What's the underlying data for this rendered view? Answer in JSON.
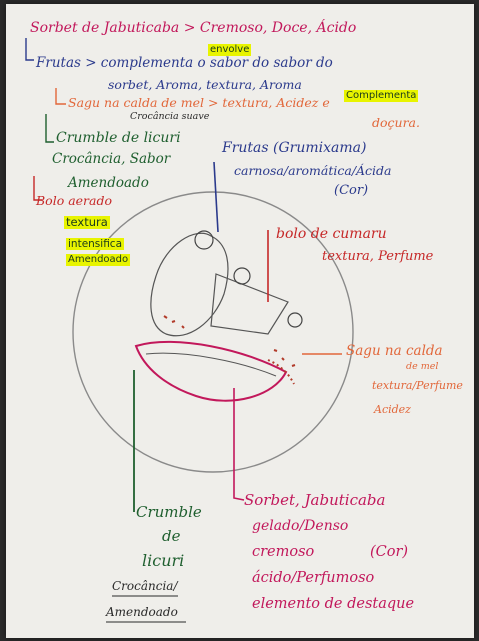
{
  "notes": {
    "line1": "Sorbet de Jabuticaba > Cremoso, Doce, Ácido",
    "envolve": "envolve",
    "line2": "Frutas > complementa o sabor do sabor do",
    "line3": "sorbet, Aroma, textura, Aroma",
    "complementa": "Complementa",
    "sagu_line": "Sagu na calda de mel > textura, Acidez e",
    "docura": "doçura.",
    "crocancia_suave": "Crocância suave",
    "crumble_head": "Crumble de licuri",
    "crumble_desc1": "Crocância, Sabor",
    "crumble_desc2": "Amendoado",
    "bolo_head": "Bolo aerado",
    "textura_hl": "textura",
    "intensifica_hl": "intensifica",
    "amendoado_hl": "Amendoado",
    "frutas_head": "Frutas (Grumixama)",
    "frutas_desc1": "carnosa/aromática/Ácida",
    "frutas_desc2": "(Cor)",
    "bolo_cumaru1": "bolo de cumaru",
    "bolo_cumaru2": "textura, Perfume",
    "sagu_label1": "Sagu na calda",
    "sagu_label2": "de mel",
    "sagu_label3": "textura/Perfume",
    "sagu_label4": "Acidez",
    "crumble_bottom1": "Crumble",
    "crumble_bottom2": "de",
    "crumble_bottom3": "licuri",
    "crumble_bottom4": "Crocância/",
    "crumble_bottom5": "Amendoado",
    "sorbet_bottom1": "Sorbet, Jabuticaba",
    "sorbet_bottom2": "gelado/Denso",
    "sorbet_bottom3": "cremoso",
    "sorbet_bottom4": "(Cor)",
    "sorbet_bottom5": "ácido/Perfumoso",
    "sorbet_bottom6": "elemento de destaque"
  },
  "colors": {
    "paper": "#efeeea",
    "pink": "#c2185b",
    "navy": "#2b3a8c",
    "green": "#1f5f2f",
    "red": "#c62828",
    "orange": "#e2673a",
    "highlight": "#e8f400"
  }
}
